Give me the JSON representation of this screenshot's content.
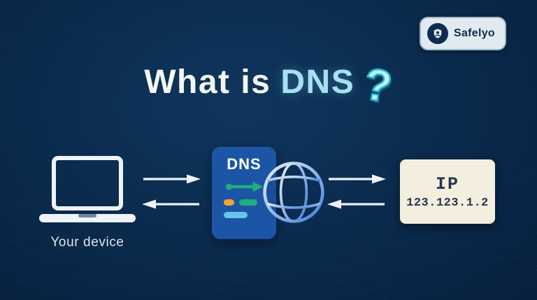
{
  "page": {
    "background_color": "#0b2b4e",
    "accent_cyan": "#a7e0f3",
    "teal": "#20b7ce"
  },
  "logo": {
    "text": "Safelyo",
    "icon": "shield-icon",
    "badge_color": "#e2eaf1",
    "text_color": "#0d2c50"
  },
  "title": {
    "prefix": "What is",
    "highlight": "DNS",
    "question_mark": "?"
  },
  "diagram": {
    "device": {
      "label": "Your device",
      "icon": "laptop-icon"
    },
    "dns": {
      "label": "DNS",
      "box_color": "#1c55a6",
      "icon": "dns-server-card",
      "bar_colors": {
        "route": "#1fae7c",
        "orange": "#f2a52c",
        "teal": "#1fae7c",
        "blue": "#66c6ea"
      }
    },
    "globe": {
      "icon": "globe-icon"
    },
    "ip": {
      "label": "IP",
      "value": "123.123.1.2",
      "box_color": "#f3eedd"
    },
    "flow_icons": [
      "arrow-right-icon",
      "arrow-left-icon"
    ]
  }
}
